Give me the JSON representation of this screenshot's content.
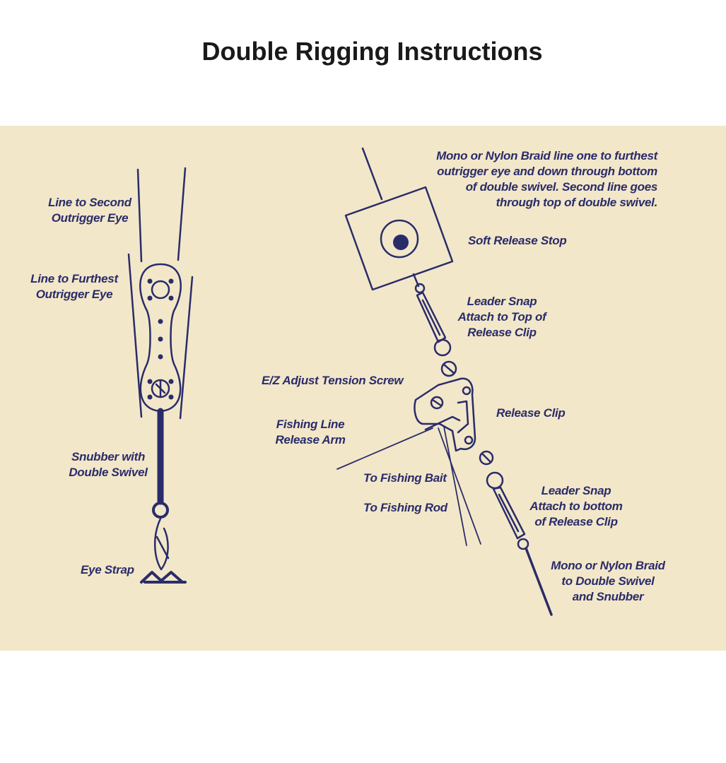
{
  "title": "Double Rigging Instructions",
  "colors": {
    "background": "#f2e7c9",
    "ink": "#2a2c6a",
    "title": "#1a1a1a"
  },
  "left_labels": {
    "line_second": "Line to Second\nOutrigger Eye",
    "line_furthest": "Line to Furthest\nOutrigger Eye",
    "snubber": "Snubber with\nDouble Swivel",
    "eye_strap": "Eye Strap"
  },
  "right_labels": {
    "mono_top": "Mono or Nylon Braid line one to furthest\noutrigger eye and down through bottom\nof double swivel. Second line goes\nthrough top of double swivel.",
    "soft_release": "Soft Release Stop",
    "leader_snap_top": "Leader Snap\nAttach to Top of\nRelease Clip",
    "tension_screw": "E/Z  Adjust Tension Screw",
    "release_clip": "Release Clip",
    "fishing_line_arm": "Fishing Line\nRelease Arm",
    "fishing_bait": "To Fishing Bait",
    "fishing_rod": "To Fishing Rod",
    "leader_snap_bottom": "Leader Snap\nAttach to bottom\nof Release Clip",
    "mono_bottom": "Mono or Nylon Braid\nto Double Swivel\nand Snubber"
  }
}
